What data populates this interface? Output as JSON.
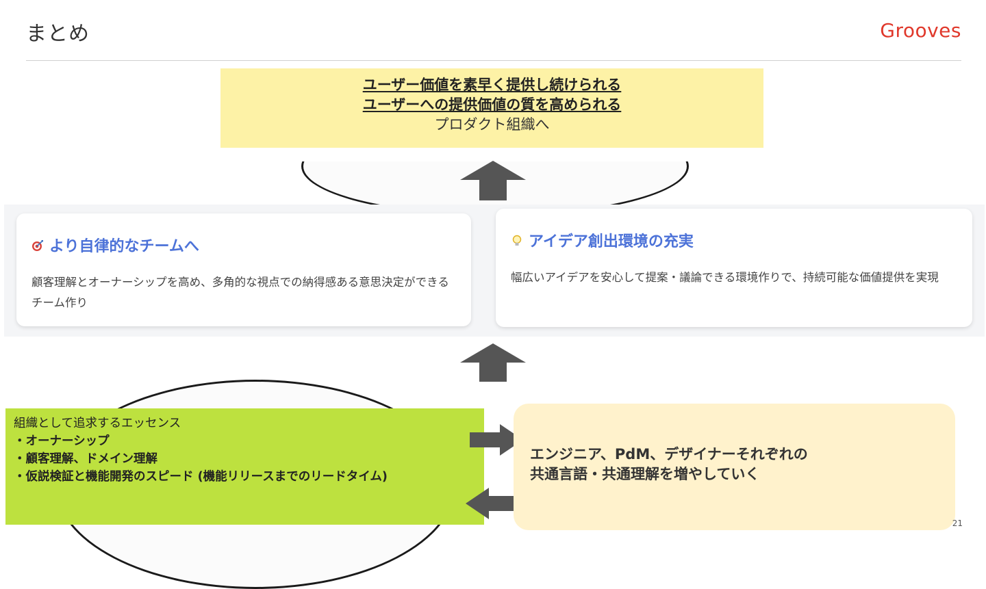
{
  "header": {
    "title": "まとめ",
    "logo": "Grooves"
  },
  "goal": {
    "line1": "ユーザー価値を素早く提供し続けられる",
    "line2": "ユーザーへの提供価値の質を高められる",
    "line3": "プロダクト組織へ"
  },
  "cards": [
    {
      "icon": "target-icon",
      "title": "より自律的なチームへ",
      "body": "顧客理解とオーナーシップを高め、多角的な視点での納得感ある意思決定ができるチーム作り"
    },
    {
      "icon": "lightbulb-icon",
      "title": "アイデア創出環境の充実",
      "body": "幅広いアイデアを安心して提案・議論できる環境作りで、持続可能な価値提供を実現"
    }
  ],
  "essence": {
    "heading": "組織として追求するエッセンス",
    "items": [
      "・オーナーシップ",
      "・顧客理解、ドメイン理解",
      "・仮説検証と機能開発のスピード (機能リリースまでのリードタイム)"
    ]
  },
  "common": {
    "line1": "エンジニア、PdM、デザイナーそれぞれの",
    "line2": "共通言語・共通理解を増やしていく"
  },
  "page_number": "21",
  "colors": {
    "logo": "#e0382b",
    "card_title": "#4c72d8",
    "goal_bg": "#fdf2a6",
    "essence_bg": "#bde13f",
    "common_bg": "#fff2cc",
    "arrow": "#555555"
  }
}
